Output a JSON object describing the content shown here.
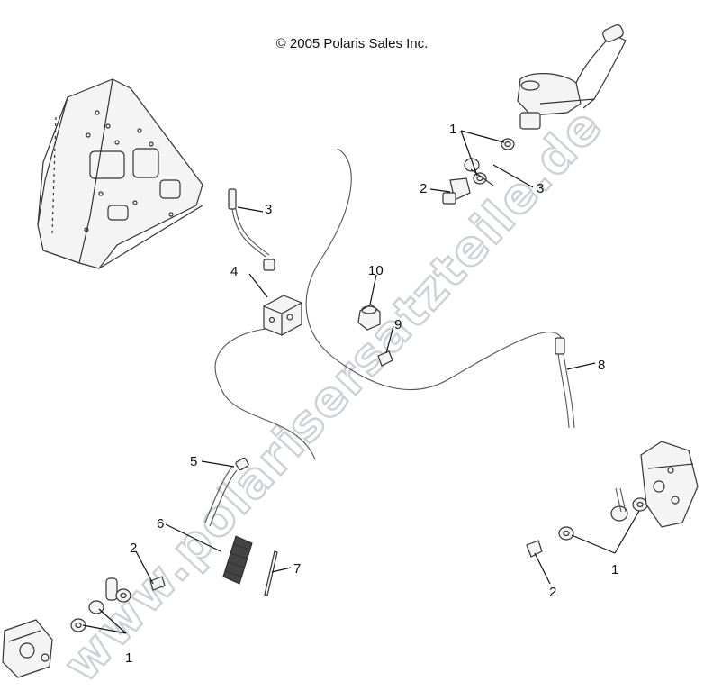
{
  "copyright": "© 2005 Polaris Sales Inc.",
  "watermark": "www.polarisersatzteile.de",
  "callouts": {
    "c1_top": "1",
    "c2_top": "2",
    "c3_top": "3",
    "c3_left": "3",
    "c4": "4",
    "c10": "10",
    "c9": "9",
    "c8": "8",
    "c5": "5",
    "c6": "6",
    "c7": "7",
    "c2_left": "2",
    "c1_left": "1",
    "c1_right": "1",
    "c2_right": "2"
  },
  "colors": {
    "line": "#333333",
    "watermark": "#ccd1d6"
  }
}
